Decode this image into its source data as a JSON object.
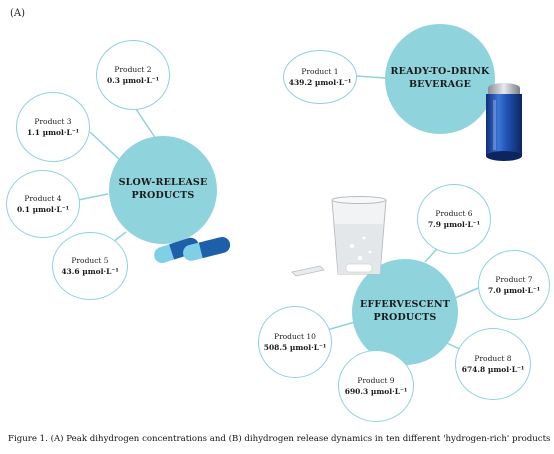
{
  "panel_label": "(A)",
  "hubs": {
    "slow_release": "SLOW-RELEASE\nPRODUCTS",
    "ready_to_drink": "READY-TO-DRINK\nBEVERAGE",
    "effervescent": "EFFERVESCENT\nPRODUCTS"
  },
  "products": [
    {
      "name": "Product 1",
      "value": "439.2 µmol·L⁻¹"
    },
    {
      "name": "Product 2",
      "value": "0.3 µmol·L⁻¹"
    },
    {
      "name": "Product 3",
      "value": "1.1 µmol·L⁻¹"
    },
    {
      "name": "Product 4",
      "value": "0.1 µmol·L⁻¹"
    },
    {
      "name": "Product 5",
      "value": "43.6 µmol·L⁻¹"
    },
    {
      "name": "Product 6",
      "value": "7.9 µmol·L⁻¹"
    },
    {
      "name": "Product 7",
      "value": "7.0 µmol·L⁻¹"
    },
    {
      "name": "Product 8",
      "value": "674.8 µmol·L⁻¹"
    },
    {
      "name": "Product 9",
      "value": "690.3 µmol·L⁻¹"
    },
    {
      "name": "Product 10",
      "value": "508.5 µmol·L⁻¹"
    }
  ],
  "caption": "Figure 1. (A) Peak dihydrogen concentrations and (B) dihydrogen release dynamics in ten different 'hydrogen-rich' products",
  "colors": {
    "hub": "#8fd3dd",
    "node_border": "#8fd3dd",
    "can": "#1f4fb0",
    "capsule_blue": "#1d5fa8",
    "capsule_light": "#7fd0e6"
  }
}
